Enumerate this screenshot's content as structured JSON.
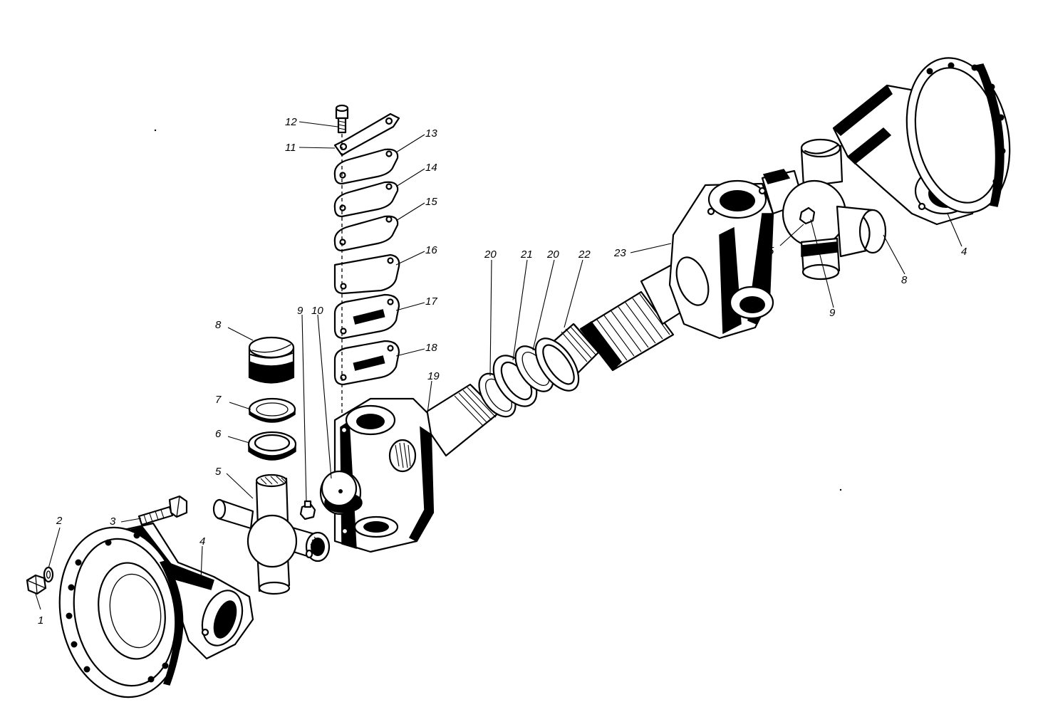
{
  "diagram": {
    "type": "exploded-assembly-drawing",
    "callouts": [
      {
        "id": "c1",
        "text": "1"
      },
      {
        "id": "c2",
        "text": "2"
      },
      {
        "id": "c3",
        "text": "3"
      },
      {
        "id": "c4a",
        "text": "4"
      },
      {
        "id": "c5a",
        "text": "5"
      },
      {
        "id": "c6",
        "text": "6"
      },
      {
        "id": "c7",
        "text": "7"
      },
      {
        "id": "c8a",
        "text": "8"
      },
      {
        "id": "c9a",
        "text": "9"
      },
      {
        "id": "c10",
        "text": "10"
      },
      {
        "id": "c11",
        "text": "11"
      },
      {
        "id": "c12",
        "text": "12"
      },
      {
        "id": "c13",
        "text": "13"
      },
      {
        "id": "c14",
        "text": "14"
      },
      {
        "id": "c15",
        "text": "15"
      },
      {
        "id": "c16",
        "text": "16"
      },
      {
        "id": "c17",
        "text": "17"
      },
      {
        "id": "c18",
        "text": "18"
      },
      {
        "id": "c19",
        "text": "19"
      },
      {
        "id": "c20a",
        "text": "20"
      },
      {
        "id": "c21",
        "text": "21"
      },
      {
        "id": "c20b",
        "text": "20"
      },
      {
        "id": "c22",
        "text": "22"
      },
      {
        "id": "c23",
        "text": "23"
      },
      {
        "id": "c5b",
        "text": "5"
      },
      {
        "id": "c9b",
        "text": "9"
      },
      {
        "id": "c8b",
        "text": "8"
      },
      {
        "id": "c4b",
        "text": "4"
      }
    ]
  }
}
